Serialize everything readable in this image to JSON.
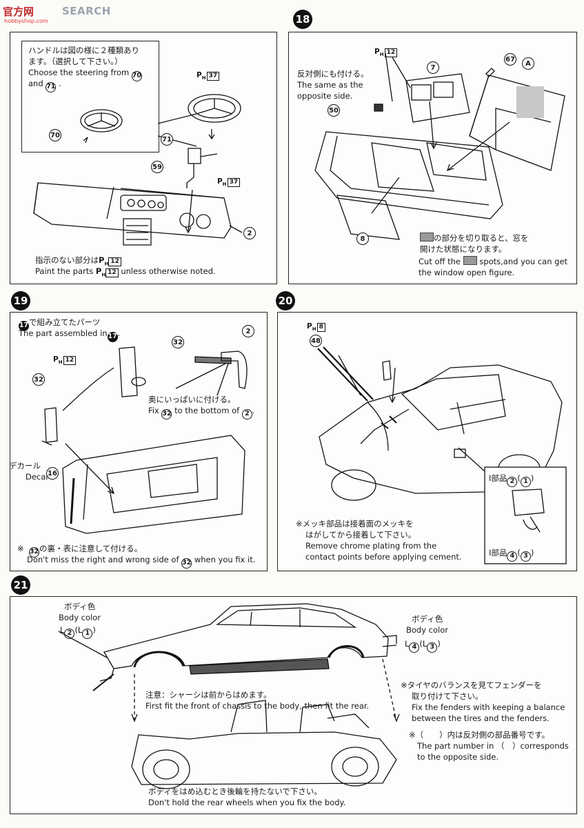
{
  "watermark": {
    "logo": "官方网",
    "brand": "SEARCH",
    "url": "hobbyshop.com"
  },
  "steps": {
    "s18": {
      "num": "18"
    },
    "s19": {
      "num": "19"
    },
    "s20": {
      "num": "20"
    },
    "s21": {
      "num": "21"
    }
  },
  "p17": {
    "note_jp_1": "ハンドルは図の様に２種類あり",
    "note_jp_2": "ます。（選択して下さい。）",
    "note_en_1": "Choose the steering from",
    "note_en_and": "and",
    "choice_a": "70",
    "choice_b": "71",
    "ph37_a": "37",
    "ph37_b": "37",
    "part70": "70",
    "part71": "71",
    "part59": "59",
    "part2": "2",
    "foot_jp": "指示のない部分は",
    "foot_ph": "12",
    "foot_en_a": "Paint the parts",
    "foot_en_b": "unless otherwise noted."
  },
  "p18": {
    "ph12": "12",
    "jp": "反対側にも付ける。",
    "en_1": "The same as the",
    "en_2": "opposite side.",
    "part50": "50",
    "part7": "7",
    "part67": "67",
    "partA": "A",
    "part8": "8",
    "cut_jp_1": "の部分を切り取ると、窓を",
    "cut_jp_2": "開けた状態になります。",
    "cut_en_a": "Cut off the",
    "cut_en_b": "spots,and you can get",
    "cut_en_2": "the window open figure."
  },
  "p19": {
    "ref_num": "17",
    "jp": "で組み立てたパーツ",
    "en": "The part assembled in",
    "ph12": "12",
    "part32_a": "32",
    "part32_b": "32",
    "part2": "2",
    "fix_jp": "奥にいっぱいに付ける。",
    "fix_en_a": "Fix",
    "fix_en_b": "to the bottom of",
    "decal_jp": "デカール",
    "decal_en": "Decal",
    "part16": "16",
    "warn_mark": "※",
    "warn_jp": "の裏・表に注意して付ける。",
    "warn_en_a": "Don't miss the right and wrong side of",
    "warn_en_b": "when you fix it."
  },
  "p20": {
    "ph8": "8",
    "part48": "48",
    "i_label": "I部品",
    "i_a": "2",
    "i_a2": "1",
    "i_b": "4",
    "i_b2": "3",
    "plate_jp_1": "※メッキ部品は接着面のメッキを",
    "plate_jp_2": "はがしてから接着して下さい。",
    "plate_en_1": "Remove chrome plating from the",
    "plate_en_2": "contact points before applying cement."
  },
  "p21": {
    "body_jp": "ボディ色",
    "body_en": "Body color",
    "l_label": "L",
    "l_front": "2",
    "l_front2": "1",
    "l_rear": "4",
    "l_rear2": "3",
    "caution_jp": "注意：シャーシは前からはめます。",
    "caution_en": "First fit the front of chassis to the body, then fit the rear.",
    "tire_jp_1": "※タイヤのバランスを見てフェンダーを",
    "tire_jp_2": "取り付けて下さい。",
    "tire_en_1": "Fix the fenders with keeping a balance",
    "tire_en_2": "between the tires and the fenders.",
    "paren_jp": "※（　　）内は反対側の部品番号です。",
    "paren_en_1": "The part number in （　）corresponds",
    "paren_en_2": "to the opposite side.",
    "hold_jp": "ボディをはめ込むとき後輪を持たないで下さい。",
    "hold_en": "Don't  hold the rear wheels when you fix the body."
  }
}
